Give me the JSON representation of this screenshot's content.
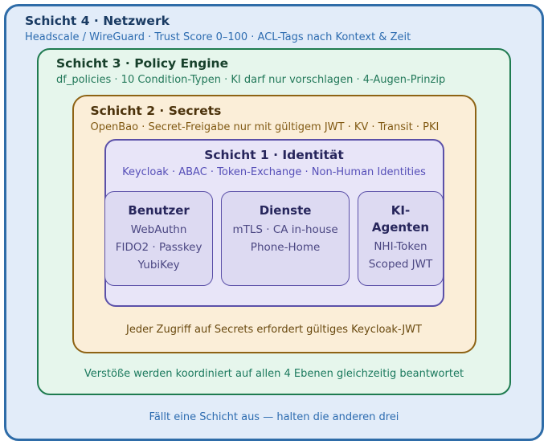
{
  "layers": {
    "layer4": {
      "title": "Schicht 4 · Netzwerk",
      "subtitle": "Headscale / WireGuard · Trust Score 0–100 · ACL-Tags nach Kontext & Zeit",
      "footer": "Fällt eine Schicht aus — halten die anderen drei"
    },
    "layer3": {
      "title": "Schicht 3 · Policy Engine",
      "subtitle": "df_policies · 10 Condition-Typen · KI darf nur vorschlagen · 4-Augen-Prinzip",
      "footer": "Verstöße werden koordiniert auf allen 4 Ebenen gleichzeitig beantwortet"
    },
    "layer2": {
      "title": "Schicht 2 · Secrets",
      "subtitle": "OpenBao · Secret-Freigabe nur mit gültigem JWT · KV · Transit · PKI",
      "footer": "Jeder Zugriff auf Secrets erfordert gültiges Keycloak-JWT"
    },
    "layer1": {
      "title": "Schicht 1 · Identität",
      "subtitle": "Keycloak · ABAC · Token-Exchange · Non-Human Identities"
    }
  },
  "cards": [
    {
      "title": "Benutzer",
      "items": [
        "WebAuthn",
        "FIDO2 · Passkey",
        "YubiKey"
      ]
    },
    {
      "title": "Dienste",
      "items": [
        "mTLS · CA in-house",
        "Phone-Home"
      ]
    },
    {
      "title": "KI-Agenten",
      "items": [
        "NHI-Token",
        "Scoped JWT"
      ]
    }
  ],
  "colors": {
    "network_border": "#2e6ca8",
    "network_bg": "#e2ecf9",
    "policy_border": "#1f7b50",
    "policy_bg": "#e6f6ec",
    "secrets_border": "#8e6314",
    "secrets_bg": "#fbeed8",
    "identity_border": "#5b50a8",
    "identity_bg": "#e8e5f8",
    "card_bg": "#dddaf2"
  }
}
